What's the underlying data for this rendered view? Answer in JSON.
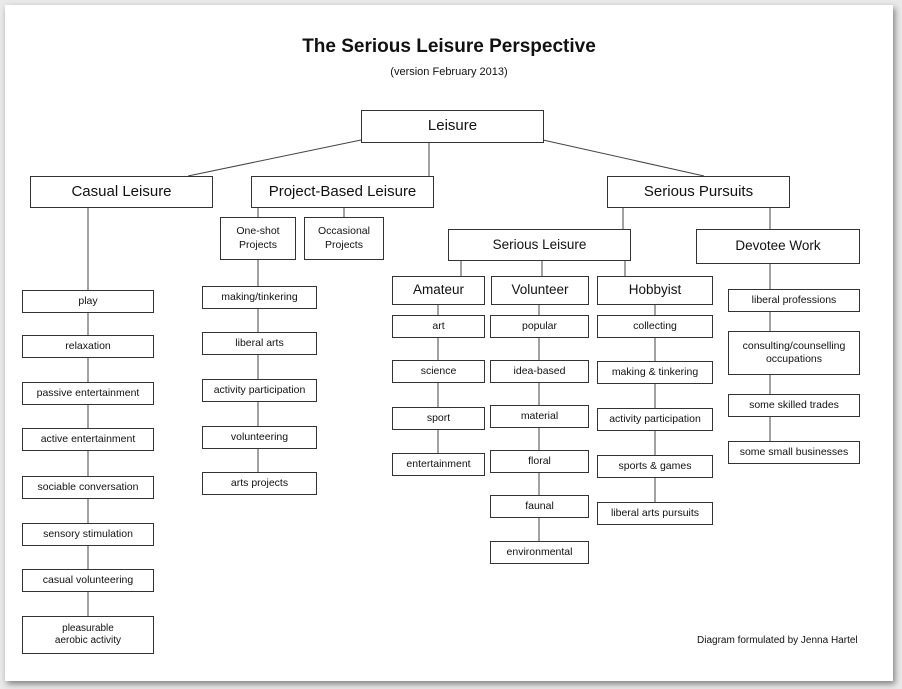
{
  "title": "The Serious Leisure Perspective",
  "subtitle": "(version February 2013)",
  "credit": "Diagram formulated by Jenna Hartel",
  "root": "Leisure",
  "casual": {
    "label": "Casual Leisure",
    "items": [
      "play",
      "relaxation",
      "passive entertainment",
      "active entertainment",
      "sociable conversation",
      "sensory stimulation",
      "casual volunteering",
      "pleasurable aerobic activity"
    ]
  },
  "project": {
    "label": "Project-Based Leisure",
    "one_shot": "One-shot Projects",
    "occasional": "Occasional Projects",
    "items": [
      "making/tinkering",
      "liberal arts",
      "activity participation",
      "volunteering",
      "arts projects"
    ]
  },
  "serious_pursuits": {
    "label": "Serious Pursuits",
    "serious_leisure": "Serious Leisure",
    "amateur": {
      "label": "Amateur",
      "items": [
        "art",
        "science",
        "sport",
        "entertainment"
      ]
    },
    "volunteer": {
      "label": "Volunteer",
      "items": [
        "popular",
        "idea-based",
        "material",
        "floral",
        "faunal",
        "environmental"
      ]
    },
    "hobbyist": {
      "label": "Hobbyist",
      "items": [
        "collecting",
        "making & tinkering",
        "activity participation",
        "sports & games",
        "liberal arts pursuits"
      ]
    },
    "devotee": {
      "label": "Devotee Work",
      "items": [
        "liberal professions",
        "consulting/counselling occupations",
        "some skilled trades",
        "some small businesses"
      ]
    }
  }
}
